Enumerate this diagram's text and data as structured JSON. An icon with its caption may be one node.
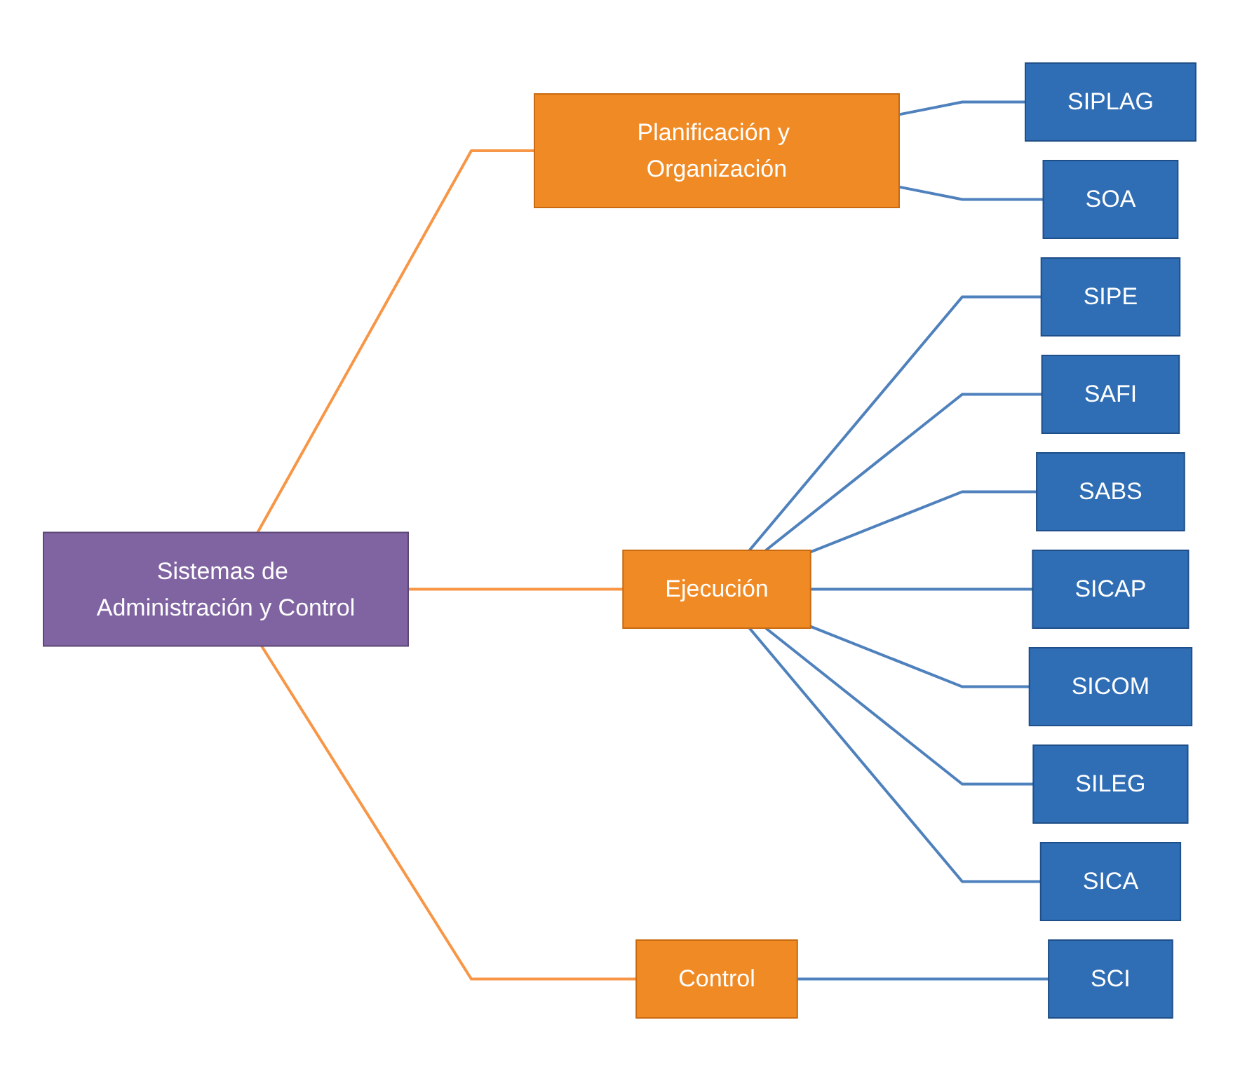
{
  "diagram": {
    "nodes": [
      {
        "text": [
          "Sistemas de Administración y Control"
        ]
      },
      {
        "text": [
          "Planificación y Organización"
        ]
      },
      {
        "text": [
          "SIPLAG"
        ]
      },
      {
        "text": [
          "SOA"
        ]
      },
      {
        "text": [
          "Ejecución"
        ]
      },
      {
        "text": [
          "SIPE"
        ]
      },
      {
        "text": [
          "SAFI"
        ]
      },
      {
        "text": [
          "SABS"
        ]
      },
      {
        "text": [
          "SICAP"
        ]
      },
      {
        "text": [
          "SICOM"
        ]
      },
      {
        "text": [
          "SILEG"
        ]
      },
      {
        "text": [
          "SICA"
        ]
      },
      {
        "text": [
          "Control"
        ]
      },
      {
        "text": [
          "SCI"
        ]
      }
    ],
    "edges": [
      {
        "from": 0,
        "to": 1,
        "arrow": "none",
        "color": "#f79646"
      },
      {
        "from": 0,
        "to": 4,
        "arrow": "none",
        "color": "#f79646"
      },
      {
        "from": 0,
        "to": 12,
        "arrow": "none",
        "color": "#f79646"
      },
      {
        "from": 1,
        "to": 2,
        "arrow": "none"
      },
      {
        "from": 1,
        "to": 3,
        "arrow": "none"
      },
      {
        "from": 4,
        "to": 5,
        "arrow": "none"
      },
      {
        "from": 4,
        "to": 6,
        "arrow": "none"
      },
      {
        "from": 4,
        "to": 7,
        "arrow": "none"
      },
      {
        "from": 4,
        "to": 8,
        "arrow": "none"
      },
      {
        "from": 4,
        "to": 9,
        "arrow": "none"
      },
      {
        "from": 4,
        "to": 10,
        "arrow": "none"
      },
      {
        "from": 4,
        "to": 11,
        "arrow": "none"
      },
      {
        "from": 12,
        "to": 13,
        "arrow": "none"
      }
    ]
  }
}
